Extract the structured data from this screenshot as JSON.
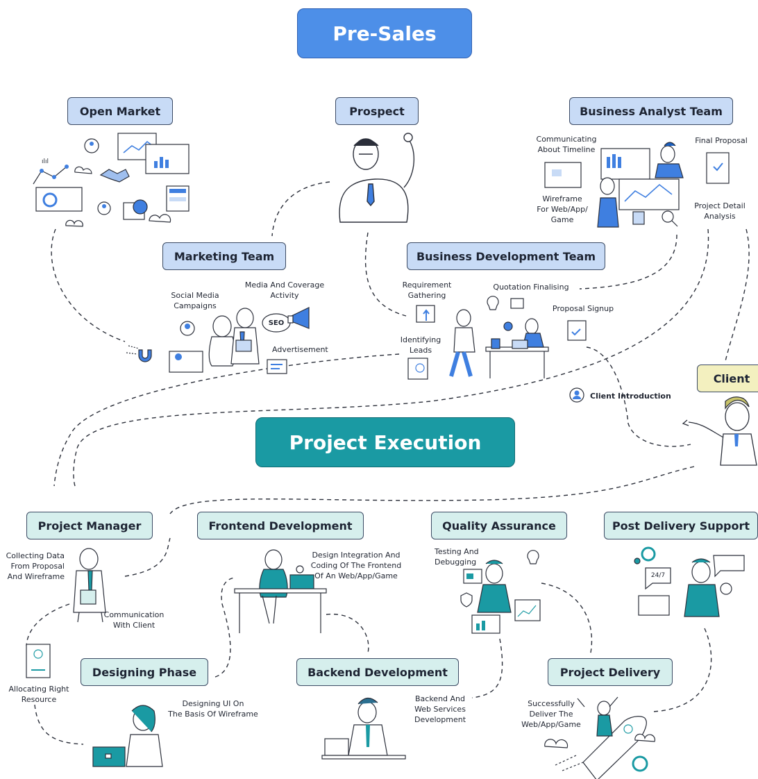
{
  "titles": {
    "presales": "Pre-Sales",
    "execution": "Project Execution"
  },
  "boxes": {
    "open_market": "Open Market",
    "prospect": "Prospect",
    "ba_team": "Business Analyst Team",
    "marketing_team": "Marketing Team",
    "bd_team": "Business Development Team",
    "client": "Client",
    "project_manager": "Project Manager",
    "frontend": "Frontend Development",
    "qa": "Quality Assurance",
    "post_delivery": "Post Delivery Support",
    "designing": "Designing Phase",
    "backend": "Backend Development",
    "delivery": "Project Delivery"
  },
  "labels": {
    "communicating": "Communicating\nAbout Timeline",
    "final_proposal": "Final Proposal",
    "wireframe": "Wireframe\nFor Web/App/\nGame",
    "project_detail": "Project Detail\nAnalysis",
    "social_media": "Social Media\nCampaigns",
    "media_coverage": "Media And Coverage\nActivity",
    "seo": "SEO",
    "advertisement": "Advertisement",
    "requirement": "Requirement\nGathering",
    "quotation": "Quotation Finalising",
    "proposal_signup": "Proposal Signup",
    "identifying": "Identifying\nLeads",
    "client_intro": "Client Introduction",
    "collecting": "Collecting Data\nFrom Proposal\nAnd Wireframe",
    "communication_client": "Communication\nWith Client",
    "allocating": "Allocating Right\nResource",
    "design_integration": "Design Integration And\nCoding Of The Frontend\nOf An Web/App/Game",
    "testing": "Testing And\nDebugging",
    "designing_ui": "Designing UI On\nThe Basis Of Wireframe",
    "backend_services": "Backend And\nWeb Services\nDevelopment",
    "successfully": "Successfully\nDeliver The\nWeb/App/Game",
    "hours": "24/7"
  },
  "colors": {
    "presales_title": "#4d8fe8",
    "execution_title": "#1a9aa3",
    "presales_box": "#c8dbf6",
    "execution_box": "#d6efed",
    "client_box": "#f3f0bf",
    "accent_blue": "#3f7fe0",
    "accent_teal": "#1a9aa3",
    "line": "#2b2f3a"
  }
}
